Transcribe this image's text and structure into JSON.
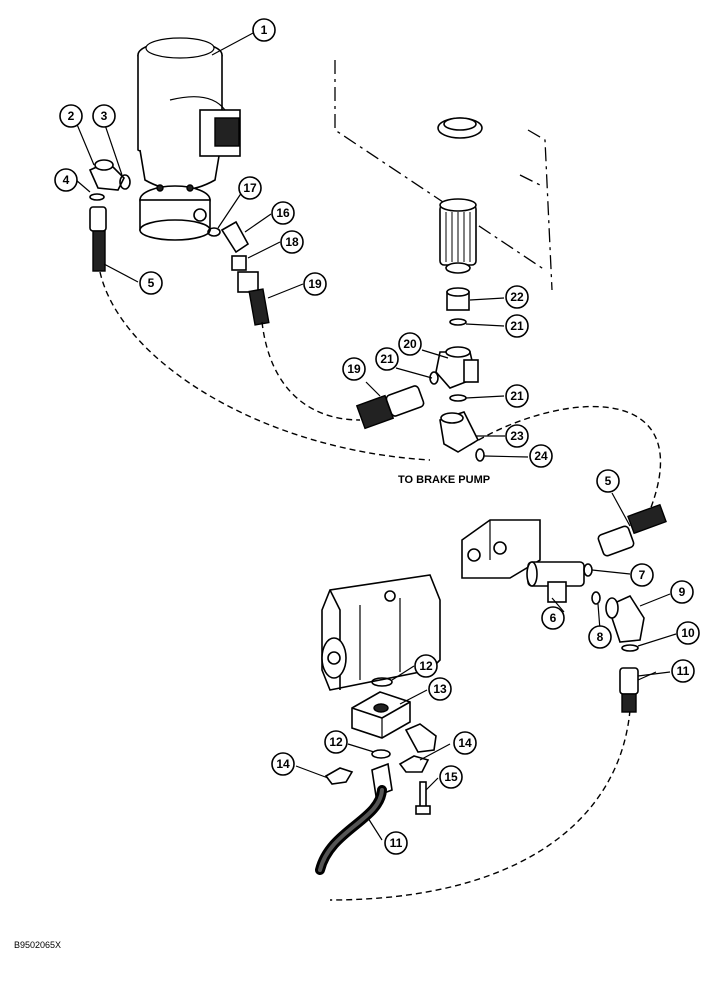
{
  "diagram": {
    "note_label": "TO BRAKE PUMP",
    "reference_code": "B9502065X",
    "callouts": [
      "1",
      "2",
      "3",
      "4",
      "5",
      "17",
      "16",
      "18",
      "19",
      "22",
      "21",
      "20",
      "21",
      "19",
      "21",
      "23",
      "24",
      "5",
      "7",
      "9",
      "6",
      "8",
      "10",
      "11",
      "12",
      "13",
      "12",
      "14",
      "14",
      "15",
      "11"
    ]
  }
}
